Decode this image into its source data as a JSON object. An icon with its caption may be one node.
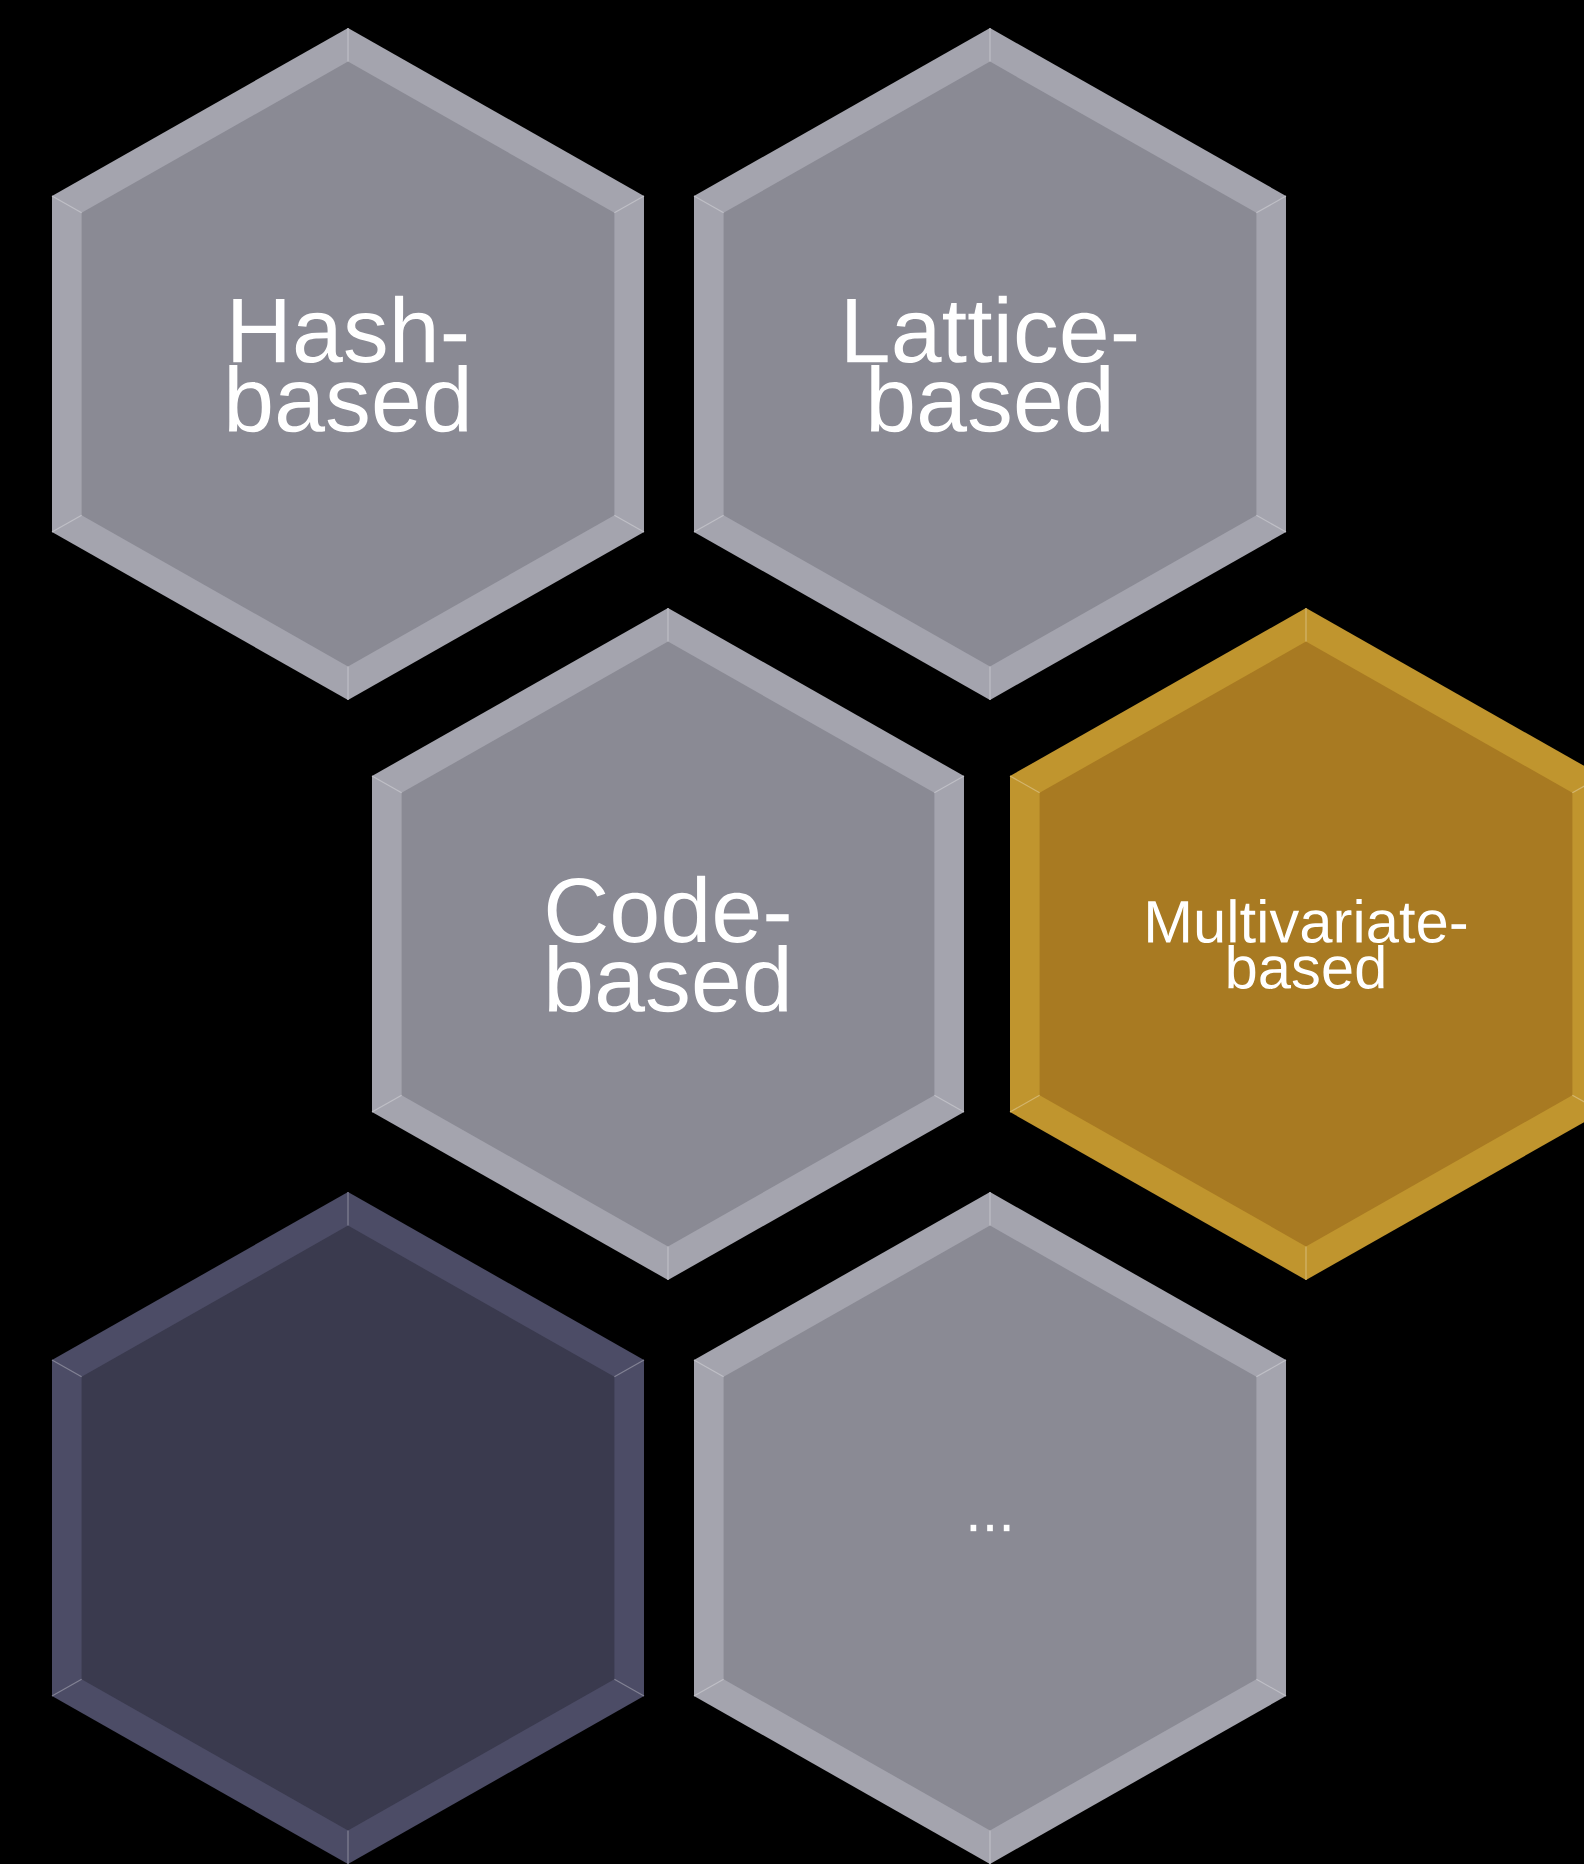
{
  "diagram": {
    "nodes": [
      {
        "text": [
          "Hash-based"
        ]
      },
      {
        "text": [
          "Lattice-based"
        ]
      },
      {
        "text": [
          "Code-based"
        ]
      },
      {
        "text": [
          "Multivariate-based"
        ]
      },
      {
        "text": [],
        "shape": "hexagon"
      },
      {
        "text": [
          "..."
        ]
      }
    ]
  }
}
